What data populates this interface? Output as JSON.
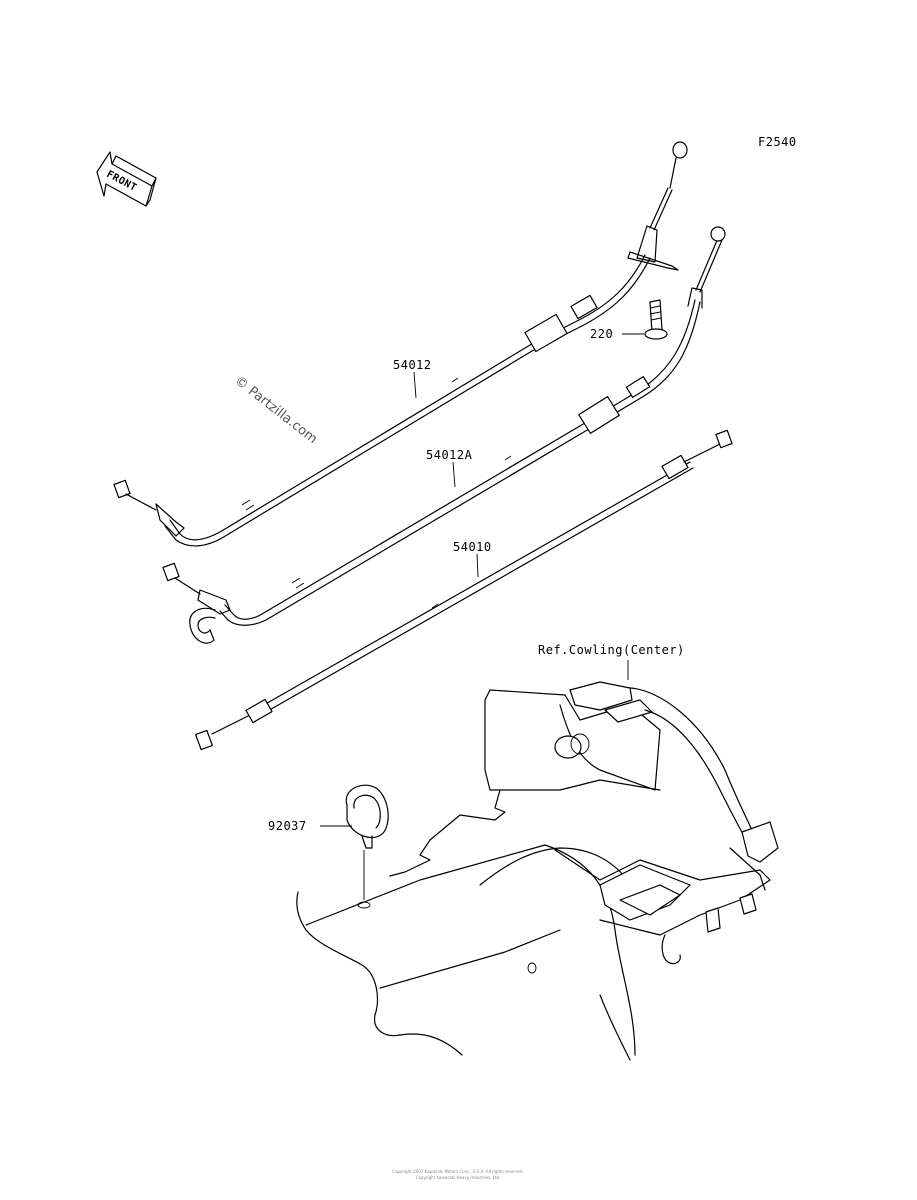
{
  "diagram": {
    "code": "F2540",
    "front_arrow_text": "FRONT",
    "watermark": "© Partzilla.com",
    "callouts": [
      {
        "id": "p54012",
        "label": "54012"
      },
      {
        "id": "p54012a",
        "label": "54012A"
      },
      {
        "id": "p54010",
        "label": "54010"
      },
      {
        "id": "p220",
        "label": "220"
      },
      {
        "id": "p92037",
        "label": "92037"
      },
      {
        "id": "ref",
        "label": "Ref.Cowling(Center)"
      }
    ],
    "footer": [
      "Copyright 2007 Kawasaki Motors Corp., U.S.A. All rights reserved.",
      "Copyright Kawasaki Heavy Industries, Ltd."
    ]
  }
}
